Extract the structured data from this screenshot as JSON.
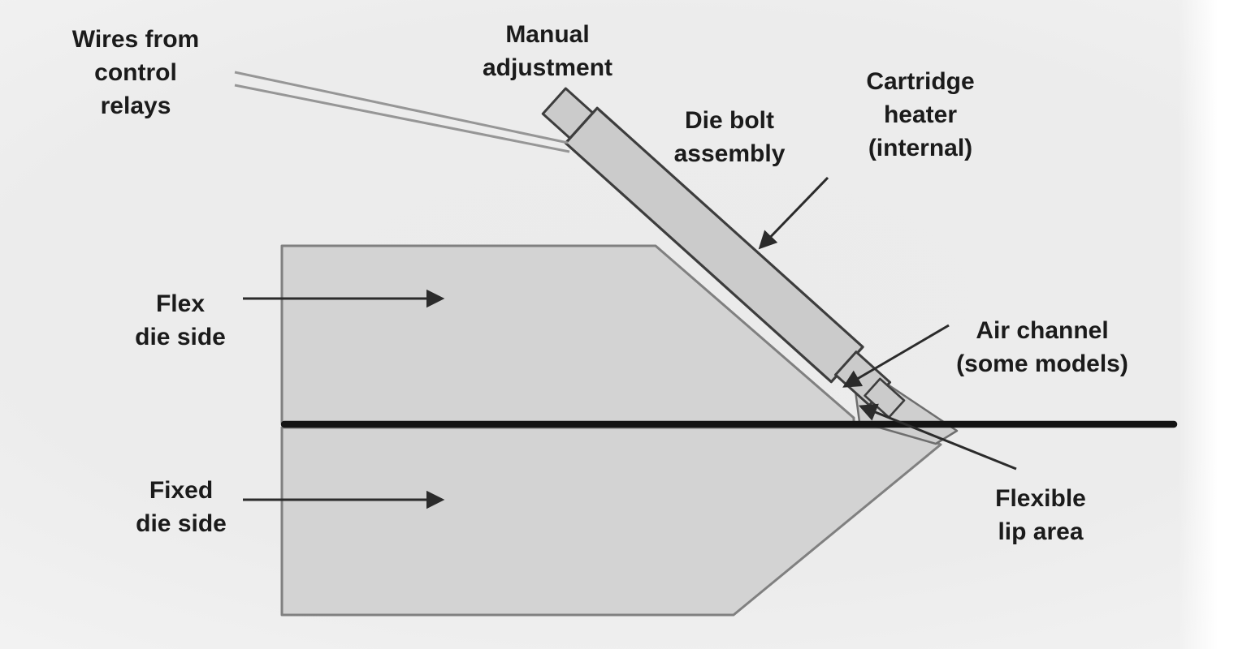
{
  "labels": {
    "wires": "Wires from\ncontrol\nrelays",
    "manual": "Manual\nadjustment",
    "die_bolt": "Die bolt\nassembly",
    "cartridge": "Cartridge\nheater\n(internal)",
    "flex": "Flex\ndie side",
    "fixed": "Fixed\ndie side",
    "air": "Air channel\n(some models)",
    "lip": "Flexible\nlip area"
  },
  "colors": {
    "die_fill": "#d3d3d3",
    "die_stroke": "#808080",
    "bolt_fill": "#cbcbcb",
    "bolt_stroke": "#3d3d3d",
    "lip_fill": "#cfcfcf",
    "lip_stroke": "#6e6e6e",
    "parting_line": "#141414",
    "arrow": "#2b2b2b",
    "wire": "#969696",
    "text": "#1b1b1b",
    "background_center": "#ebebeb",
    "background_edge": "#ffffff"
  }
}
